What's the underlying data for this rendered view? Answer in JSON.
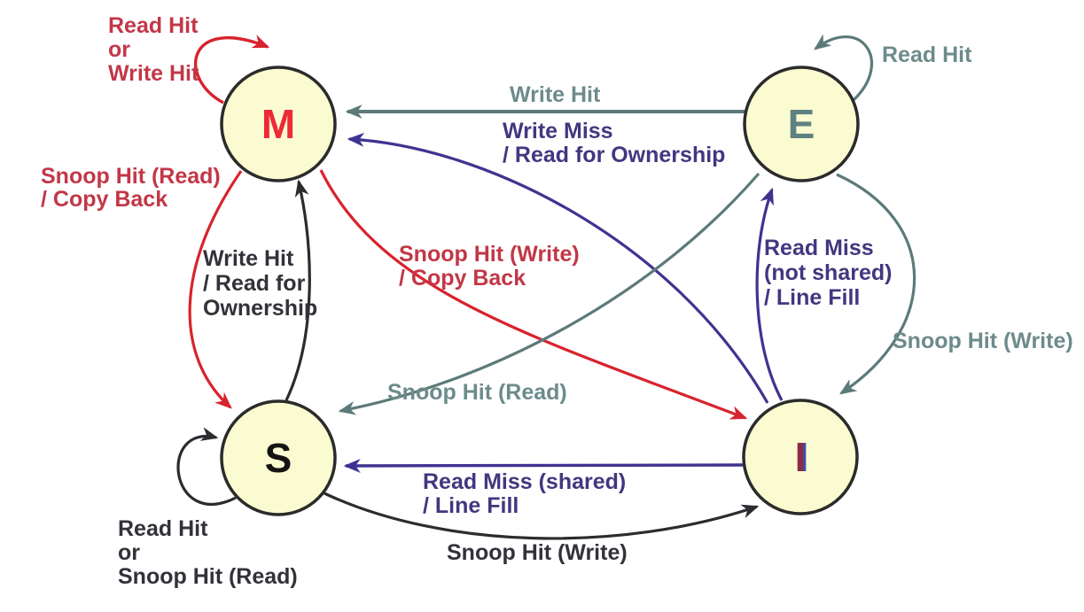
{
  "diagram": {
    "type": "state-machine",
    "nodes": [
      {
        "id": "M",
        "label": "M",
        "color": "#ee2a36"
      },
      {
        "id": "E",
        "label": "E",
        "color": "#5e8282"
      },
      {
        "id": "S",
        "label": "S",
        "color": "#141414"
      },
      {
        "id": "I",
        "label": "I",
        "color": "#8c2b47"
      }
    ],
    "edges": [
      {
        "from": "M",
        "to": "M",
        "label": "Read Hit\nor\nWrite Hit",
        "color": "#c23747"
      },
      {
        "from": "E",
        "to": "M",
        "label": "Write Hit",
        "color": "#6d8b8b"
      },
      {
        "from": "I",
        "to": "M",
        "label": "Write Miss\n/ Read for Ownership",
        "color": "#42377f"
      },
      {
        "from": "M",
        "to": "S",
        "label": "Snoop Hit (Read)\n/ Copy Back",
        "color": "#c23747"
      },
      {
        "from": "S",
        "to": "M",
        "label": "Write Hit\n/ Read for\nOwnership",
        "color": "#32323a"
      },
      {
        "from": "M",
        "to": "I",
        "label": "Snoop Hit (Write)\n/ Copy Back",
        "color": "#c23747"
      },
      {
        "from": "E",
        "to": "S",
        "label": "Snoop Hit (Read)",
        "color": "#6d8b8b"
      },
      {
        "from": "E",
        "to": "E",
        "label": "Read Hit",
        "color": "#6d8b8b"
      },
      {
        "from": "I",
        "to": "E",
        "label": "Read Miss\n(not shared)\n/ Line Fill",
        "color": "#42377f"
      },
      {
        "from": "E",
        "to": "I",
        "label": "Snoop Hit (Write)",
        "color": "#6d8b8b"
      },
      {
        "from": "I",
        "to": "S",
        "label": "Read Miss (shared)\n/ Line Fill",
        "color": "#42377f"
      },
      {
        "from": "S",
        "to": "I",
        "label": "Snoop Hit (Write)",
        "color": "#32323a"
      },
      {
        "from": "S",
        "to": "S",
        "label": "Read Hit\nor\nSnoop Hit (Read)",
        "color": "#32323a"
      }
    ],
    "palette": {
      "node_fill": "#fbfbd1",
      "node_border": "#2b2b2b",
      "arrow_red": "#d8232e",
      "arrow_gray": "#5c7a7a",
      "arrow_purple": "#3f3391",
      "arrow_black": "#2b2b30"
    }
  }
}
